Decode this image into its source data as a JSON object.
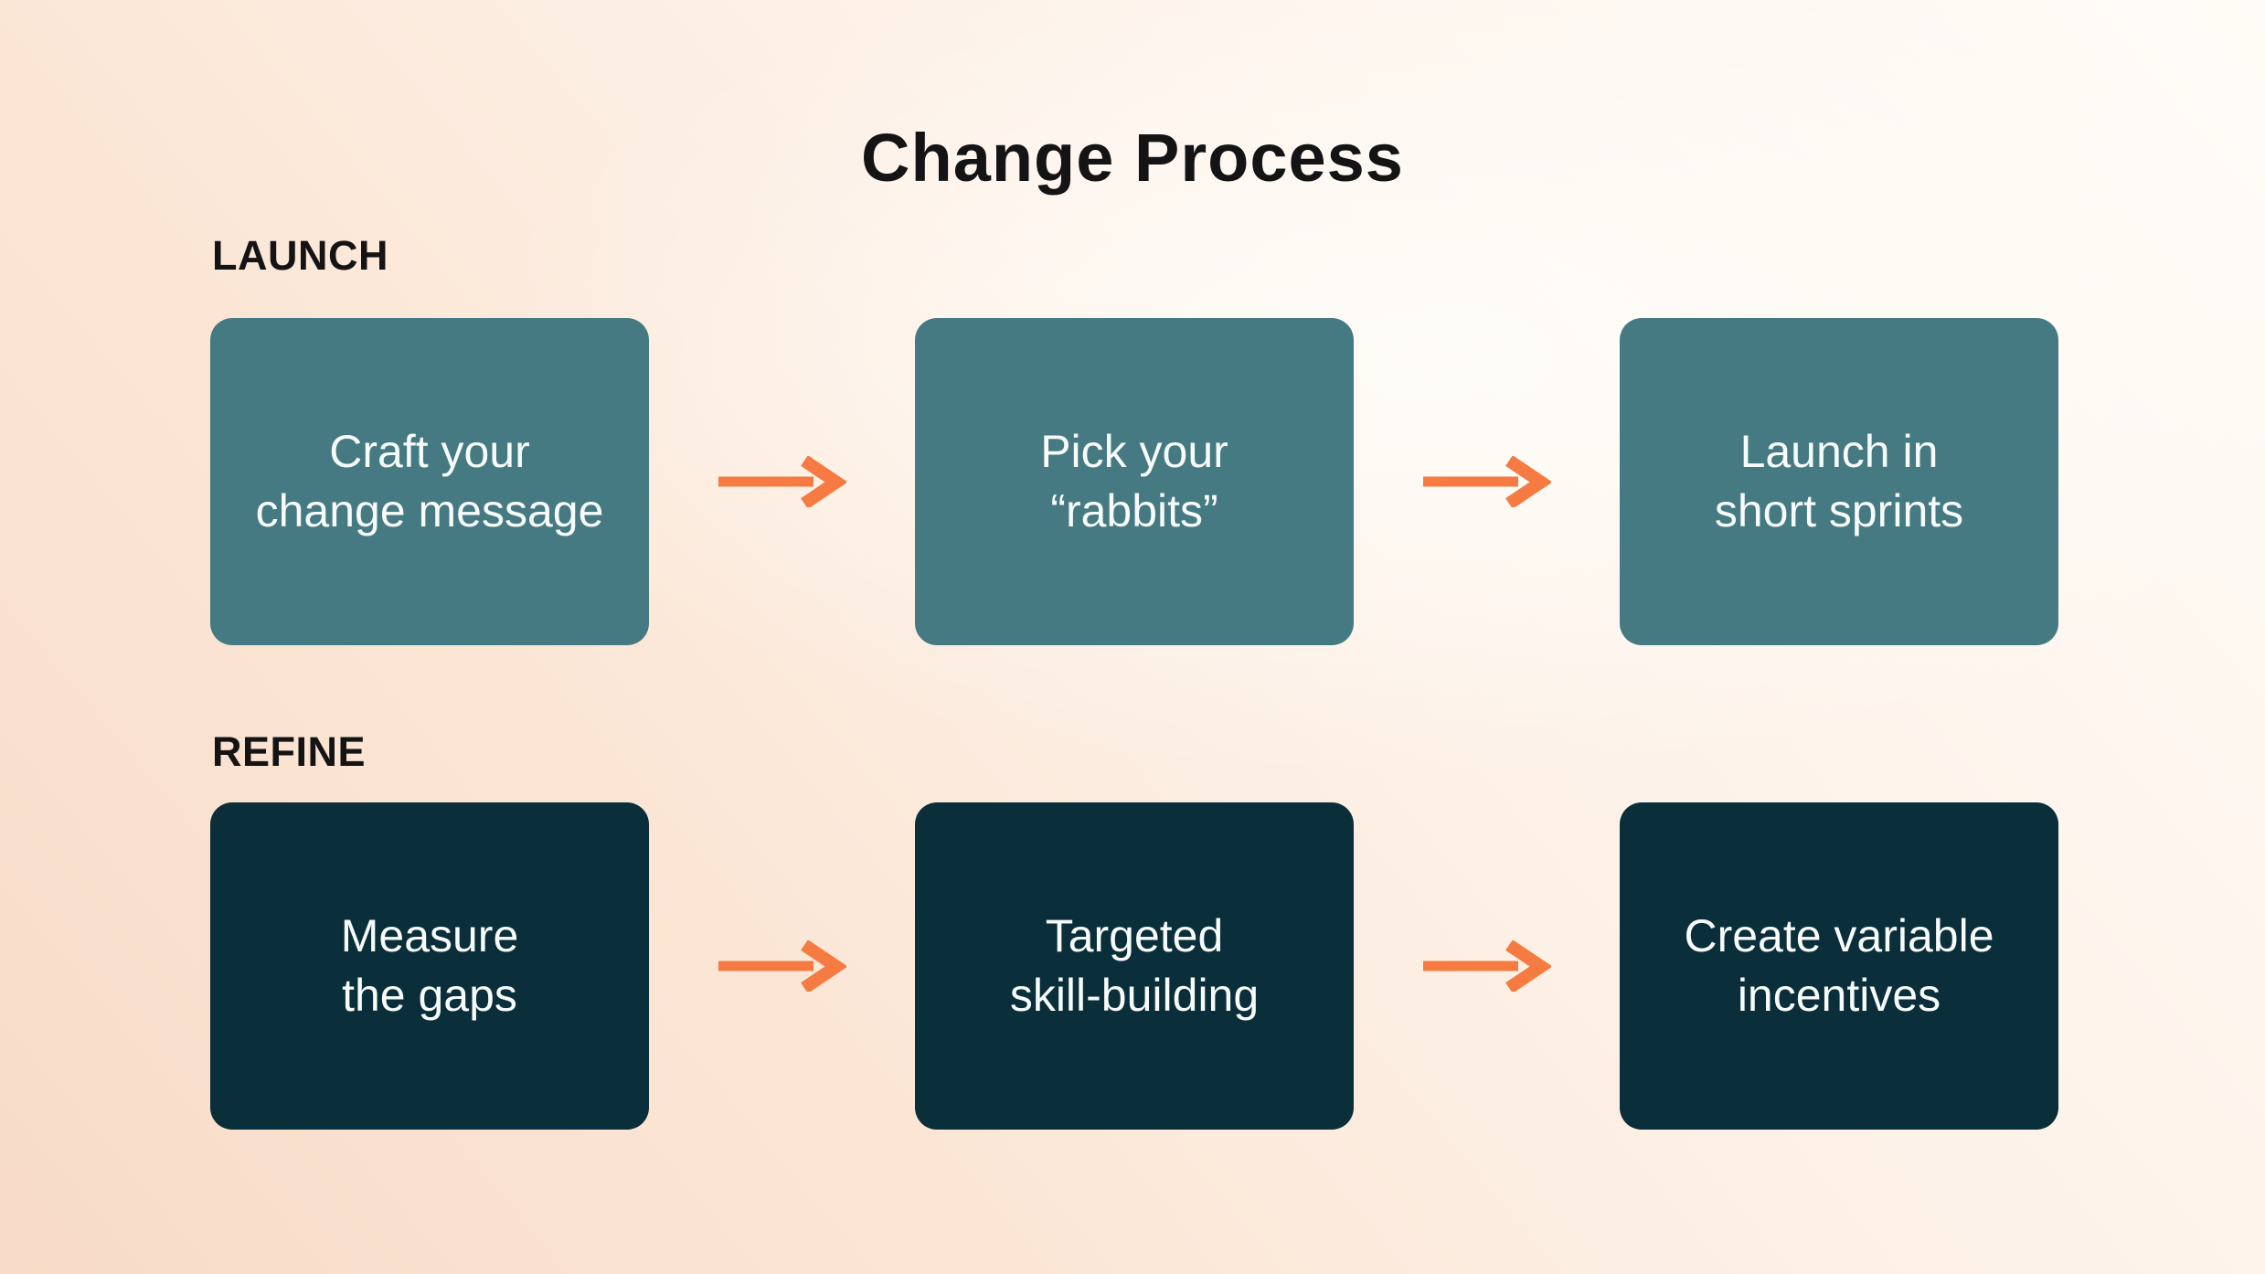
{
  "title": "Change Process",
  "colors": {
    "bg-start": "#f8dbc8",
    "bg-end": "#fffcf7",
    "teal": "#467A82",
    "navy": "#0A2E3A",
    "orange": "#F57B42",
    "heading": "#141414",
    "box-text": "#F7FBFA"
  },
  "sections": [
    {
      "label": "LAUNCH",
      "steps": [
        {
          "lines": [
            "Craft your",
            "change message"
          ]
        },
        {
          "lines": [
            "Pick your",
            "“rabbits”"
          ]
        },
        {
          "lines": [
            "Launch in",
            "short sprints"
          ]
        }
      ]
    },
    {
      "label": "REFINE",
      "steps": [
        {
          "lines": [
            "Measure",
            "the gaps"
          ]
        },
        {
          "lines": [
            "Targeted",
            "skill-building"
          ]
        },
        {
          "lines": [
            "Create variable",
            "incentives"
          ]
        }
      ]
    }
  ]
}
